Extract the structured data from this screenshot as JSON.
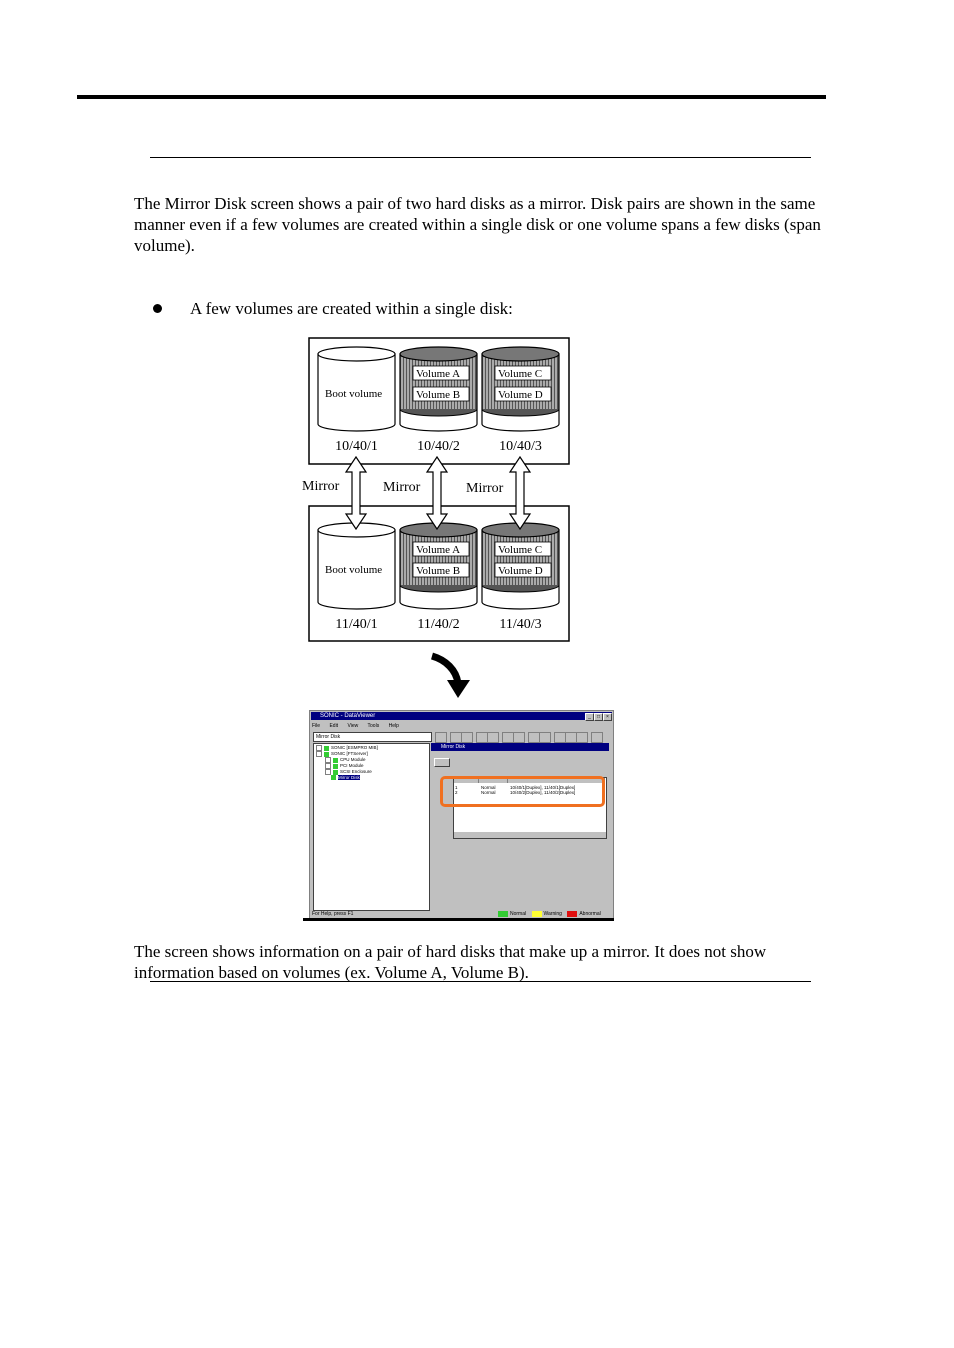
{
  "intro_text": "The Mirror Disk screen shows a pair of two hard disks as a mirror. Disk pairs are shown in the same manner even if a few volumes are created within a single disk or one volume spans a few disks (span volume).",
  "bullet_text": "A few volumes are created within a single disk:",
  "diagram": {
    "top_group": {
      "disks": [
        {
          "label": "10/40/1",
          "volumes": [
            "Boot volume"
          ]
        },
        {
          "label": "10/40/2",
          "volumes": [
            "Volume A",
            "Volume B"
          ]
        },
        {
          "label": "10/40/3",
          "volumes": [
            "Volume C",
            "Volume D"
          ]
        }
      ]
    },
    "bottom_group": {
      "disks": [
        {
          "label": "11/40/1",
          "volumes": [
            "Boot volume"
          ]
        },
        {
          "label": "11/40/2",
          "volumes": [
            "Volume A",
            "Volume B"
          ]
        },
        {
          "label": "11/40/3",
          "volumes": [
            "Volume C",
            "Volume D"
          ]
        }
      ]
    },
    "mirror_labels": [
      "Mirror",
      "Mirror",
      "Mirror"
    ]
  },
  "screenshot": {
    "title": "SONIC - DataViewer",
    "menu": [
      "File",
      "Edit",
      "View",
      "Tools",
      "Help"
    ],
    "combo_value": "Mirror Disk",
    "tree": [
      {
        "label": "SONIC [ESMPRO MIB]",
        "indent": 0
      },
      {
        "label": "SONIC [FTServer]",
        "indent": 0
      },
      {
        "label": "CPU Module",
        "indent": 1
      },
      {
        "label": "PCI Module",
        "indent": 1
      },
      {
        "label": "SCSI Enclosure",
        "indent": 1
      },
      {
        "label": "Mirror Disk",
        "indent": 1
      }
    ],
    "panel_title": "Mirror Disk",
    "list_rows": [
      {
        "no": "1",
        "status": "Normal",
        "disks": "10/40/1[Duplex], 11/40/1[Duplex]"
      },
      {
        "no": "2",
        "status": "Normal",
        "disks": "10/40/2[Duplex], 11/40/2[Duplex]"
      }
    ],
    "status_help": "For Help, press F1",
    "legend": [
      {
        "label": "Normal",
        "color": "#33cc33"
      },
      {
        "label": "Warning",
        "color": "#ffff33"
      },
      {
        "label": "Abnormal",
        "color": "#e01010"
      }
    ],
    "highlight_color": "#f07020"
  },
  "closing_text": "The screen shows information on a pair of hard disks that make up a mirror. It does not show information based on volumes (ex. Volume A, Volume B)."
}
